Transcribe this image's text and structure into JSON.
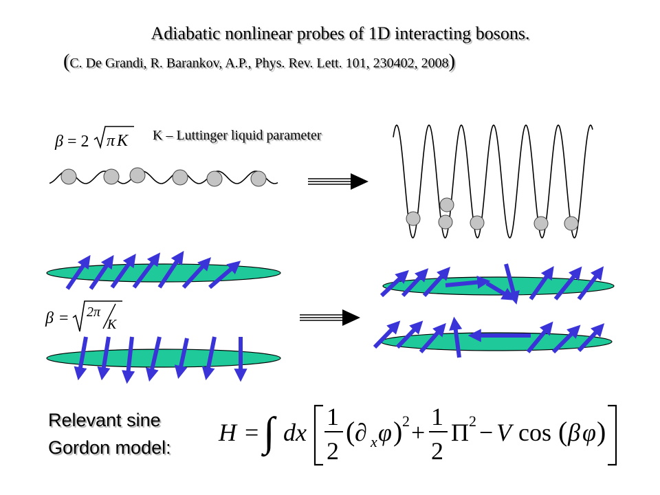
{
  "title": "Adiabatic nonlinear probes of 1D interacting bosons.",
  "citation": {
    "open_paren": "(",
    "text": "C. De Grandi, R. Barankov, A.P., Phys. Rev. Lett. 101, 230402, 2008",
    "close_paren": ")"
  },
  "luttinger_label": "K – Luttinger liquid parameter",
  "formula_beta_1": {
    "beta": "β",
    "eq": "= 2",
    "pi": "π",
    "k": "K"
  },
  "formula_beta_2": {
    "beta": "β",
    "eq": "=",
    "two_pi": "2π",
    "k": "K"
  },
  "relevant_label": {
    "line1": "Relevant sine",
    "line2": "Gordon model:"
  },
  "hamiltonian": {
    "H": "H",
    "eq": "=",
    "integral": "∫",
    "dx": "dx",
    "half": "1",
    "two": "2",
    "del": "∂",
    "x": "x",
    "phi": "φ",
    "sq": "2",
    "plus": "+",
    "Pi": "Π",
    "minus": "−",
    "V": "V",
    "cos": "cos",
    "beta": "β"
  },
  "colors": {
    "arrow": "#3a34d8",
    "ellipse": "#20c99a",
    "particle": "#c4c4c4"
  }
}
